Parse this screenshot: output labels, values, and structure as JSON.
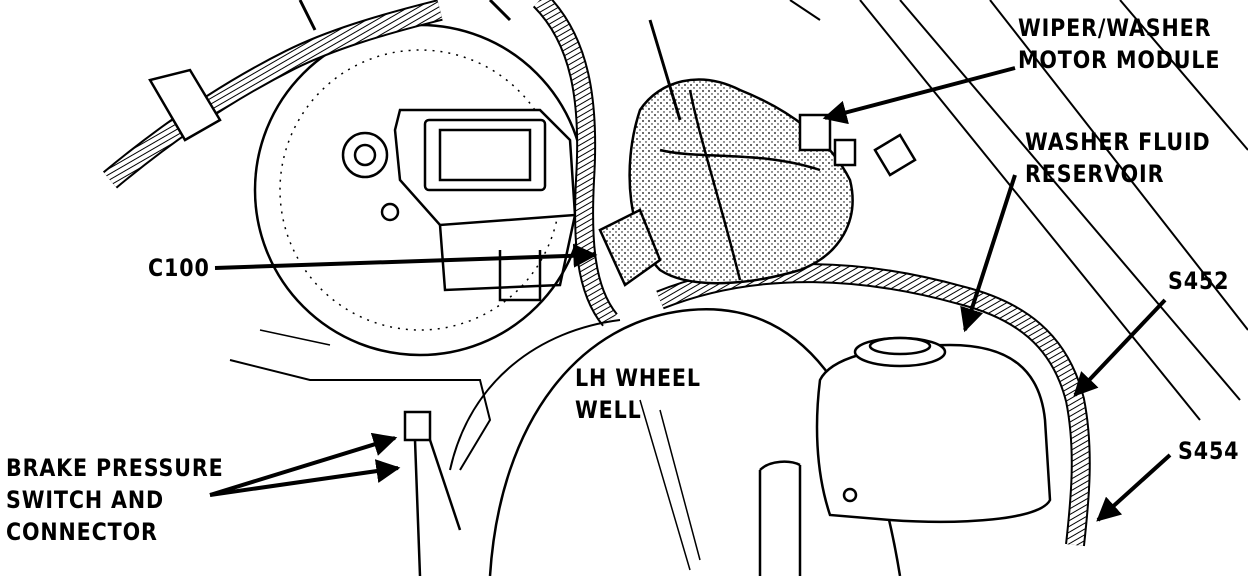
{
  "labels": {
    "wiper_module": [
      "WIPER/WASHER",
      "MOTOR MODULE"
    ],
    "washer_reservoir": [
      "WASHER FLUID",
      "RESERVOIR"
    ],
    "c100": "C100",
    "s452": "S452",
    "s454": "S454",
    "lh_wheel_well": [
      "LH WHEEL",
      "WELL"
    ],
    "brake_switch": [
      "BRAKE PRESSURE",
      "SWITCH AND",
      "CONNECTOR"
    ]
  },
  "colors": {
    "ink": "#000000",
    "paper": "#ffffff"
  }
}
